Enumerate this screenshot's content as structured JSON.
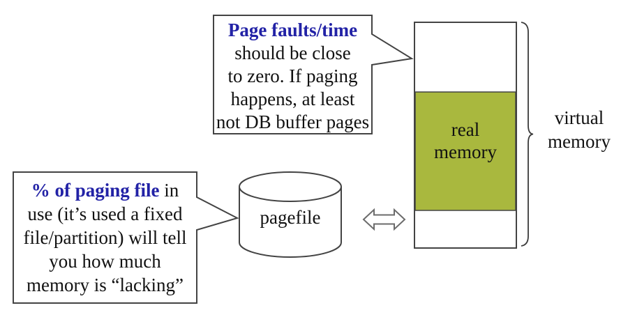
{
  "diagram": {
    "title_hint": "virtual memory and paging diagram",
    "colors": {
      "background": "#ffffff",
      "outline": "#434343",
      "accent_blue": "#2222a6",
      "real_memory_green": "#a9b83e",
      "arrow_gray": "#6b6b6b",
      "text_black": "#111111"
    },
    "callouts": {
      "page_faults": {
        "heading": "Page faults/time",
        "lines": [
          "should be close",
          "to zero. If paging",
          "happens, at least",
          "not DB buffer pages"
        ]
      },
      "paging_file": {
        "bold_lead": "% of paging file",
        "lead_rest": " in",
        "lines": [
          "use (it’s used a fixed",
          "file/partition) will tell",
          "you how much",
          "memory is “lacking”"
        ]
      }
    },
    "shapes": {
      "pagefile_label": "pagefile",
      "real_memory_lines": [
        "real",
        "memory"
      ],
      "virtual_memory_lines": [
        "virtual",
        "memory"
      ],
      "icons": {
        "exchange_arrow": "double-headed-arrow",
        "virtual_memory_brace": "right-curly-brace"
      }
    }
  }
}
